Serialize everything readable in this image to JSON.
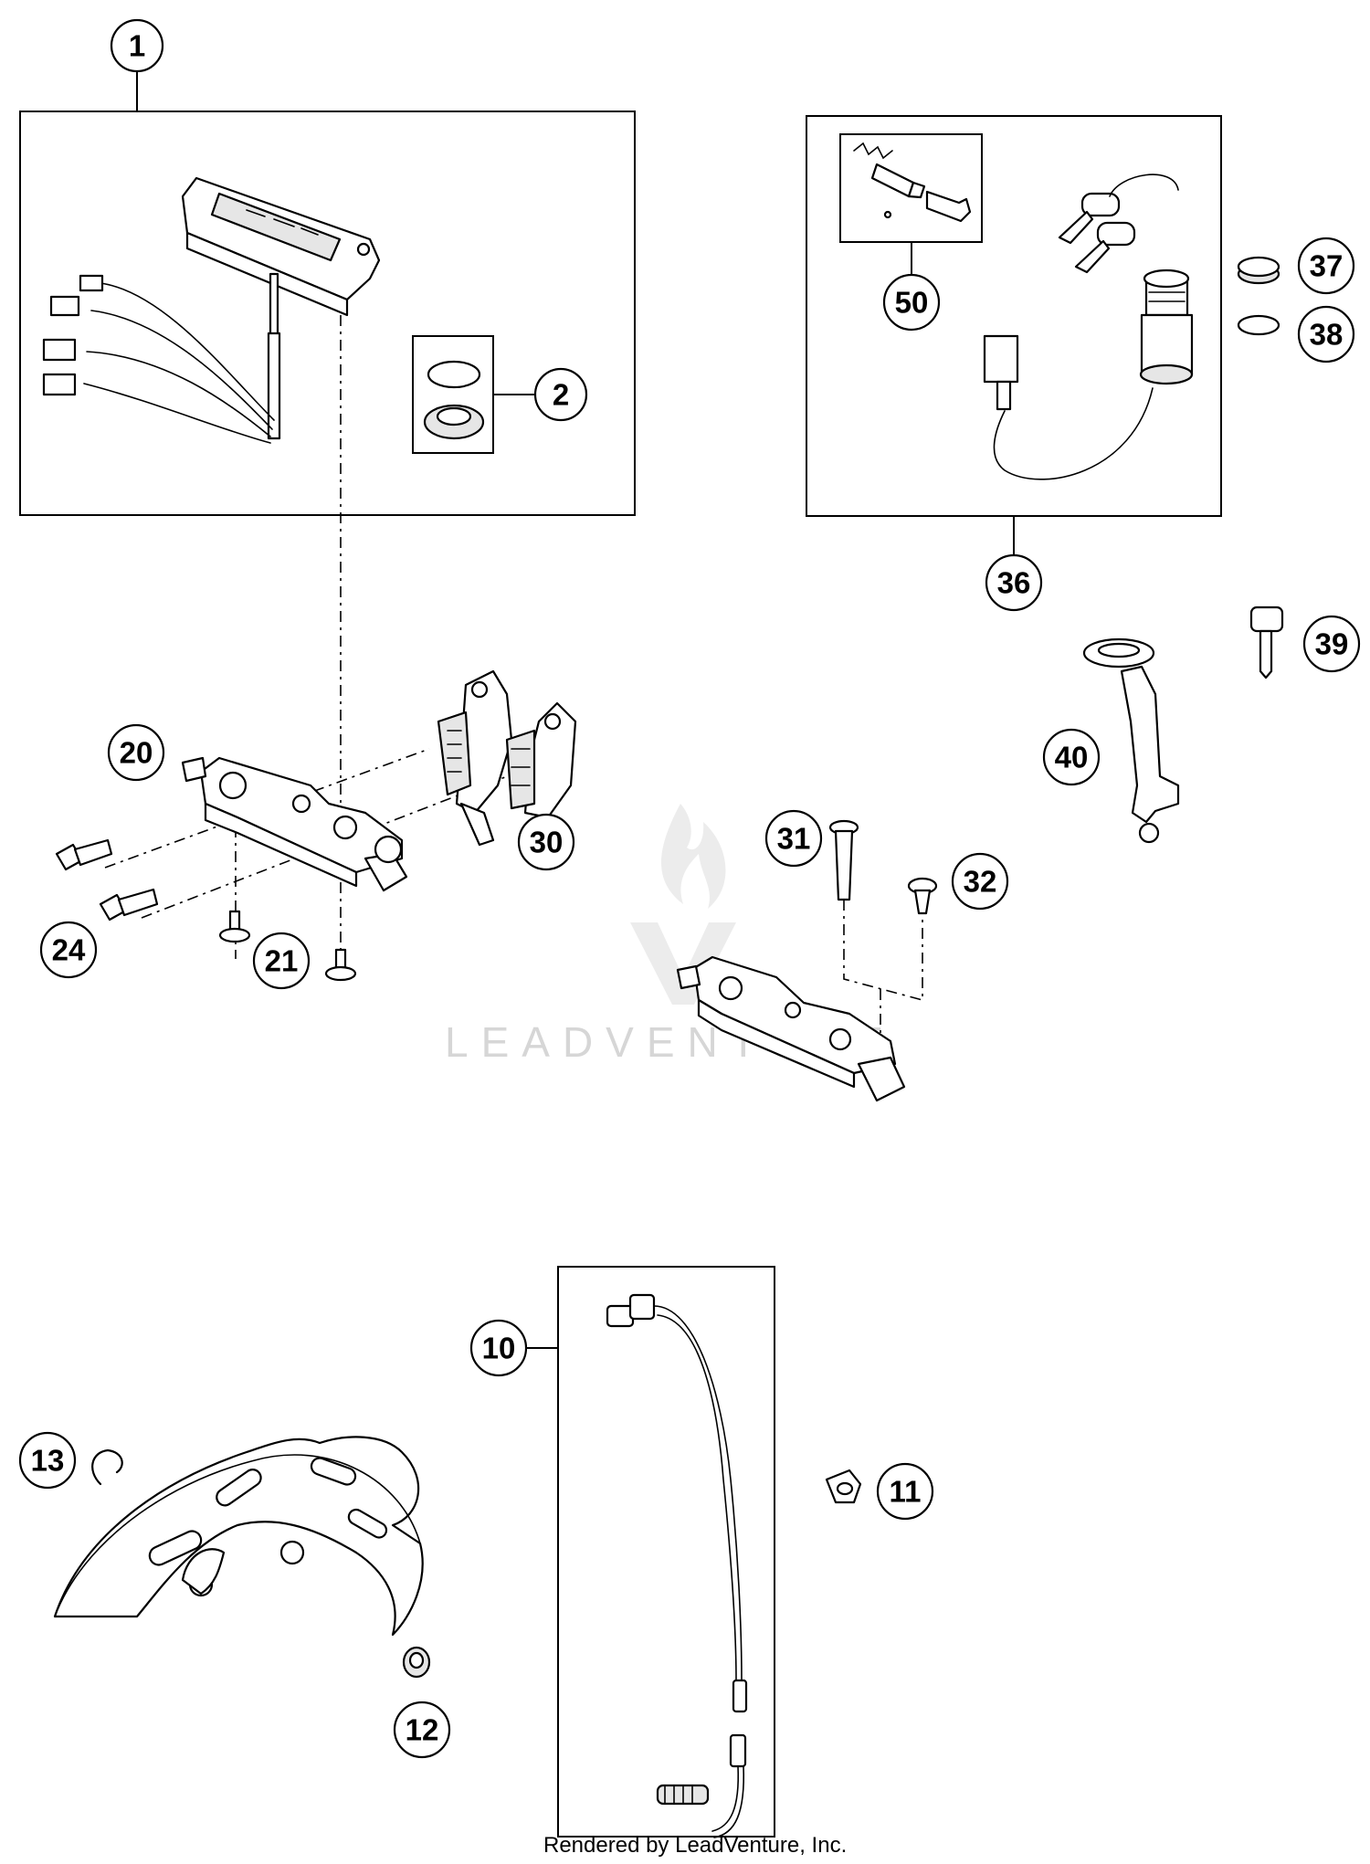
{
  "diagram": {
    "callouts": [
      {
        "id": "1",
        "label": "1"
      },
      {
        "id": "2",
        "label": "2"
      },
      {
        "id": "10",
        "label": "10"
      },
      {
        "id": "11",
        "label": "11"
      },
      {
        "id": "12",
        "label": "12"
      },
      {
        "id": "13",
        "label": "13"
      },
      {
        "id": "20",
        "label": "20"
      },
      {
        "id": "21",
        "label": "21"
      },
      {
        "id": "24",
        "label": "24"
      },
      {
        "id": "30",
        "label": "30"
      },
      {
        "id": "31",
        "label": "31"
      },
      {
        "id": "32",
        "label": "32"
      },
      {
        "id": "36",
        "label": "36"
      },
      {
        "id": "37",
        "label": "37"
      },
      {
        "id": "38",
        "label": "38"
      },
      {
        "id": "39",
        "label": "39"
      },
      {
        "id": "40",
        "label": "40"
      },
      {
        "id": "50",
        "label": "50"
      }
    ],
    "watermark": "LEADVENTURE",
    "credit": "Rendered by LeadVenture, Inc."
  }
}
